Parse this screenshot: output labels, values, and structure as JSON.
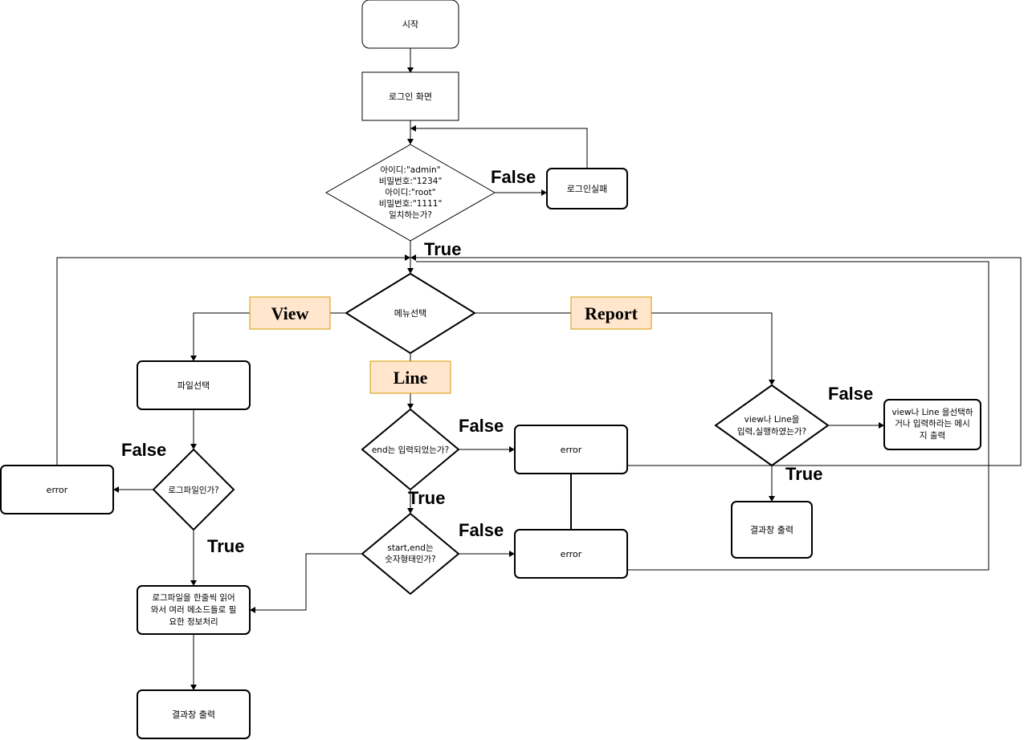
{
  "nodes": {
    "start": "시작",
    "login_screen": "로그인 화면",
    "login_check": [
      "아이디:\"admin\"",
      "비밀번호:\"1234\"",
      "아이디:\"root\"",
      "비밀번호:\"1111\"",
      "일치하는가?"
    ],
    "login_fail": "로그인실패",
    "menu": "메뉴선택",
    "file_select": "파일선택",
    "is_log_file": "로그파일인가?",
    "error_left": "error",
    "process": [
      "로그파일을 한줄씩 읽어",
      "와서 여러 메소드들로 필",
      "요한 정보처리"
    ],
    "result_left": "결과창 출력",
    "end_input": "end는 입력되었는가?",
    "error_mid1": "error",
    "numeric": [
      "start,end는",
      "숫자형태인가?"
    ],
    "error_mid2": "error",
    "view_or_line": [
      "view나 Line을",
      "입력,실행하였는가?"
    ],
    "select_msg": [
      "view나 Line 을선택하",
      "거나 입력하라는 메시",
      "지 출력"
    ],
    "result_right": "결과창 출력"
  },
  "tags": {
    "view": "View",
    "line": "Line",
    "report": "Report"
  },
  "conditions": {
    "login_false": "False",
    "login_true": "True",
    "log_false": "False",
    "log_true": "True",
    "end_false": "False",
    "end_true": "True",
    "num_false": "False",
    "report_false": "False",
    "report_true": "True"
  },
  "colors": {
    "tag_fill": "#ffe6cc",
    "tag_stroke": "#d79b00"
  }
}
